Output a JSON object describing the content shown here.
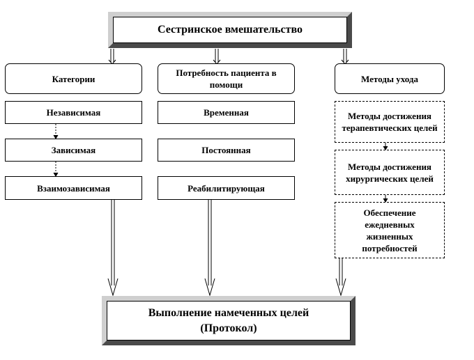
{
  "diagram": {
    "top": {
      "title": "Сестринское вмешательство"
    },
    "columns": [
      {
        "header": "Категории",
        "items": [
          "Независимая",
          "Зависимая",
          "Взаимозависимая"
        ]
      },
      {
        "header": "Потребность пациента в помощи",
        "items": [
          "Временная",
          "Постоянная",
          "Реабилитирующая"
        ]
      },
      {
        "header": "Методы ухода",
        "items": [
          "Методы достижения терапевтических целей",
          "Методы достижения хирургических целей",
          "Обеспечение ежедневных жизненных потребностей"
        ]
      }
    ],
    "bottom": {
      "title": "Выполнение намеченных целей (Протокол)"
    }
  }
}
